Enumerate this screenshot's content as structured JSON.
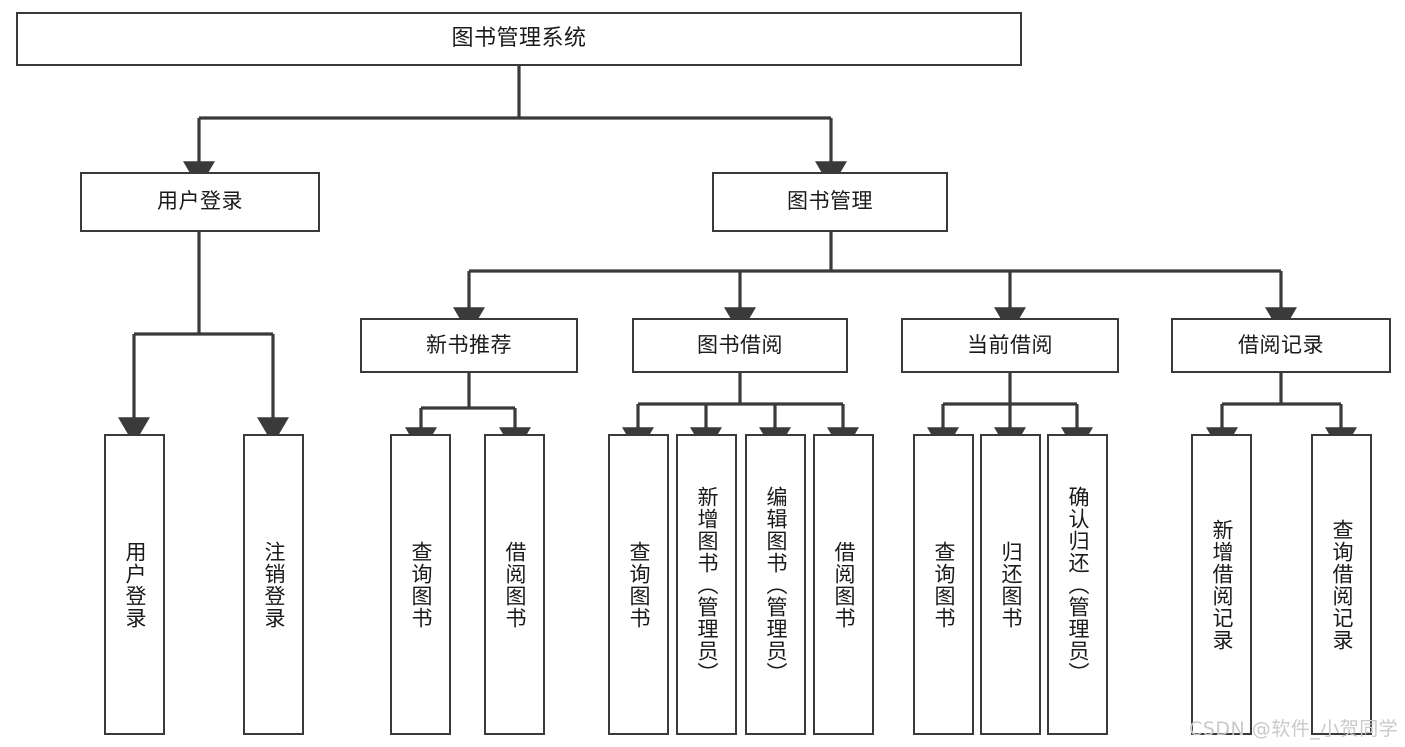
{
  "diagram": {
    "type": "tree-hierarchy",
    "title": "图书管理系统",
    "watermark": "CSDN @软件_小贺同学",
    "colors": {
      "stroke": "#3a3a3a",
      "fill": "#ffffff",
      "text": "#1a1a1a",
      "watermark": "#c9c9c9"
    },
    "nodes": {
      "root": {
        "label": "图书管理系统"
      },
      "level2": [
        {
          "id": "user-login",
          "label": "用户登录"
        },
        {
          "id": "book-manage",
          "label": "图书管理"
        }
      ],
      "level3": [
        {
          "id": "new-book-rec",
          "label": "新书推荐"
        },
        {
          "id": "book-borrow",
          "label": "图书借阅"
        },
        {
          "id": "current-borrow",
          "label": "当前借阅"
        },
        {
          "id": "borrow-record",
          "label": "借阅记录"
        }
      ],
      "leaves": [
        {
          "id": "leaf-user-login",
          "label": "用户登录",
          "parent": "user-login"
        },
        {
          "id": "leaf-user-logout",
          "label": "注销登录",
          "parent": "user-login"
        },
        {
          "id": "leaf-query-book-1",
          "label": "查询图书",
          "parent": "new-book-rec"
        },
        {
          "id": "leaf-borrow-book-1",
          "label": "借阅图书",
          "parent": "new-book-rec"
        },
        {
          "id": "leaf-query-book-2",
          "label": "查询图书",
          "parent": "book-borrow"
        },
        {
          "id": "leaf-add-book",
          "label": "新增图书（管理员）",
          "parent": "book-borrow"
        },
        {
          "id": "leaf-edit-book",
          "label": "编辑图书（管理员）",
          "parent": "book-borrow"
        },
        {
          "id": "leaf-borrow-book-2",
          "label": "借阅图书",
          "parent": "book-borrow"
        },
        {
          "id": "leaf-query-book-3",
          "label": "查询图书",
          "parent": "current-borrow"
        },
        {
          "id": "leaf-return-book",
          "label": "归还图书",
          "parent": "current-borrow"
        },
        {
          "id": "leaf-confirm-return",
          "label": "确认归还（管理员）",
          "parent": "current-borrow"
        },
        {
          "id": "leaf-add-record",
          "label": "新增借阅记录",
          "parent": "borrow-record"
        },
        {
          "id": "leaf-query-record",
          "label": "查询借阅记录",
          "parent": "borrow-record"
        }
      ]
    }
  }
}
